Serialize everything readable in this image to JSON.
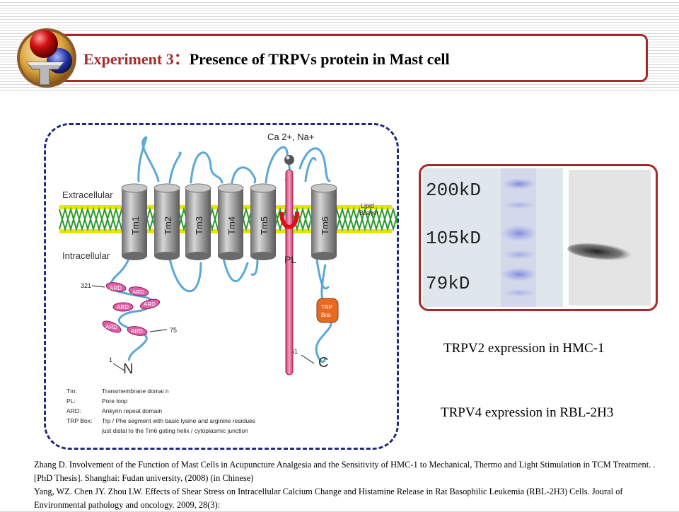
{
  "title": {
    "prefix": "Experiment 3：",
    "main": "Presence of TRPVs protein in Mast cell"
  },
  "diagram": {
    "ions_label": "Ca 2+, Na+",
    "extracellular_label": "Extracellular",
    "intracellular_label": "Intracellular",
    "lipid_label_1": "Lipid",
    "lipid_label_2": "Bilayer",
    "segments": [
      "Tm1",
      "Tm2",
      "Tm3",
      "Tm4",
      "Tm5",
      "Tm6"
    ],
    "pore_loop_label": "PL",
    "ard_label": "ARD",
    "trp_box_line1": "TRP",
    "trp_box_line2": "Box",
    "residue_321": "321",
    "residue_75": "75",
    "residue_1": "1",
    "residue_761": "761",
    "n_terminus": "N",
    "c_terminus": "C",
    "legend": [
      {
        "key": "Tm:",
        "desc": "Transmembrane domai n"
      },
      {
        "key": "PL:",
        "desc": "Pore loop"
      },
      {
        "key": "ARD:",
        "desc": "Ankyrin repeat domain"
      },
      {
        "key": "TRP Box:",
        "desc": "Trp / Phe segment with basic lysine and arginine residues"
      }
    ],
    "legend_extra": "just distal to the Tm6 gating helix / cytoplasmic junction"
  },
  "blot": {
    "markers": [
      "200kD",
      "105kD",
      "79kD"
    ]
  },
  "captions": {
    "trpv2": "TRPV2  expression in HMC-1",
    "trpv4": "TRPV4  expression in RBL-2H3"
  },
  "references": {
    "ref1": "Zhang D. Involvement of the Function of Mast Cells in Acupuncture Analgesia and the Sensitivity of HMC-1 to Mechanical, Thermo and Light Stimulation in TCM Treatment.  . [PhD Thesis].  Shanghai: Fudan university, (2008) (in Chinese)",
    "ref2": "Yang, WZ. Chen JY. Zhou LW. Effects of Shear Stress on Intracellular Calcium Change and Histamine Release in Rat Basophilic Leukemia (RBL-2H3) Cells. Joural of Environmental pathology and oncology. 2009, 28(3):"
  }
}
